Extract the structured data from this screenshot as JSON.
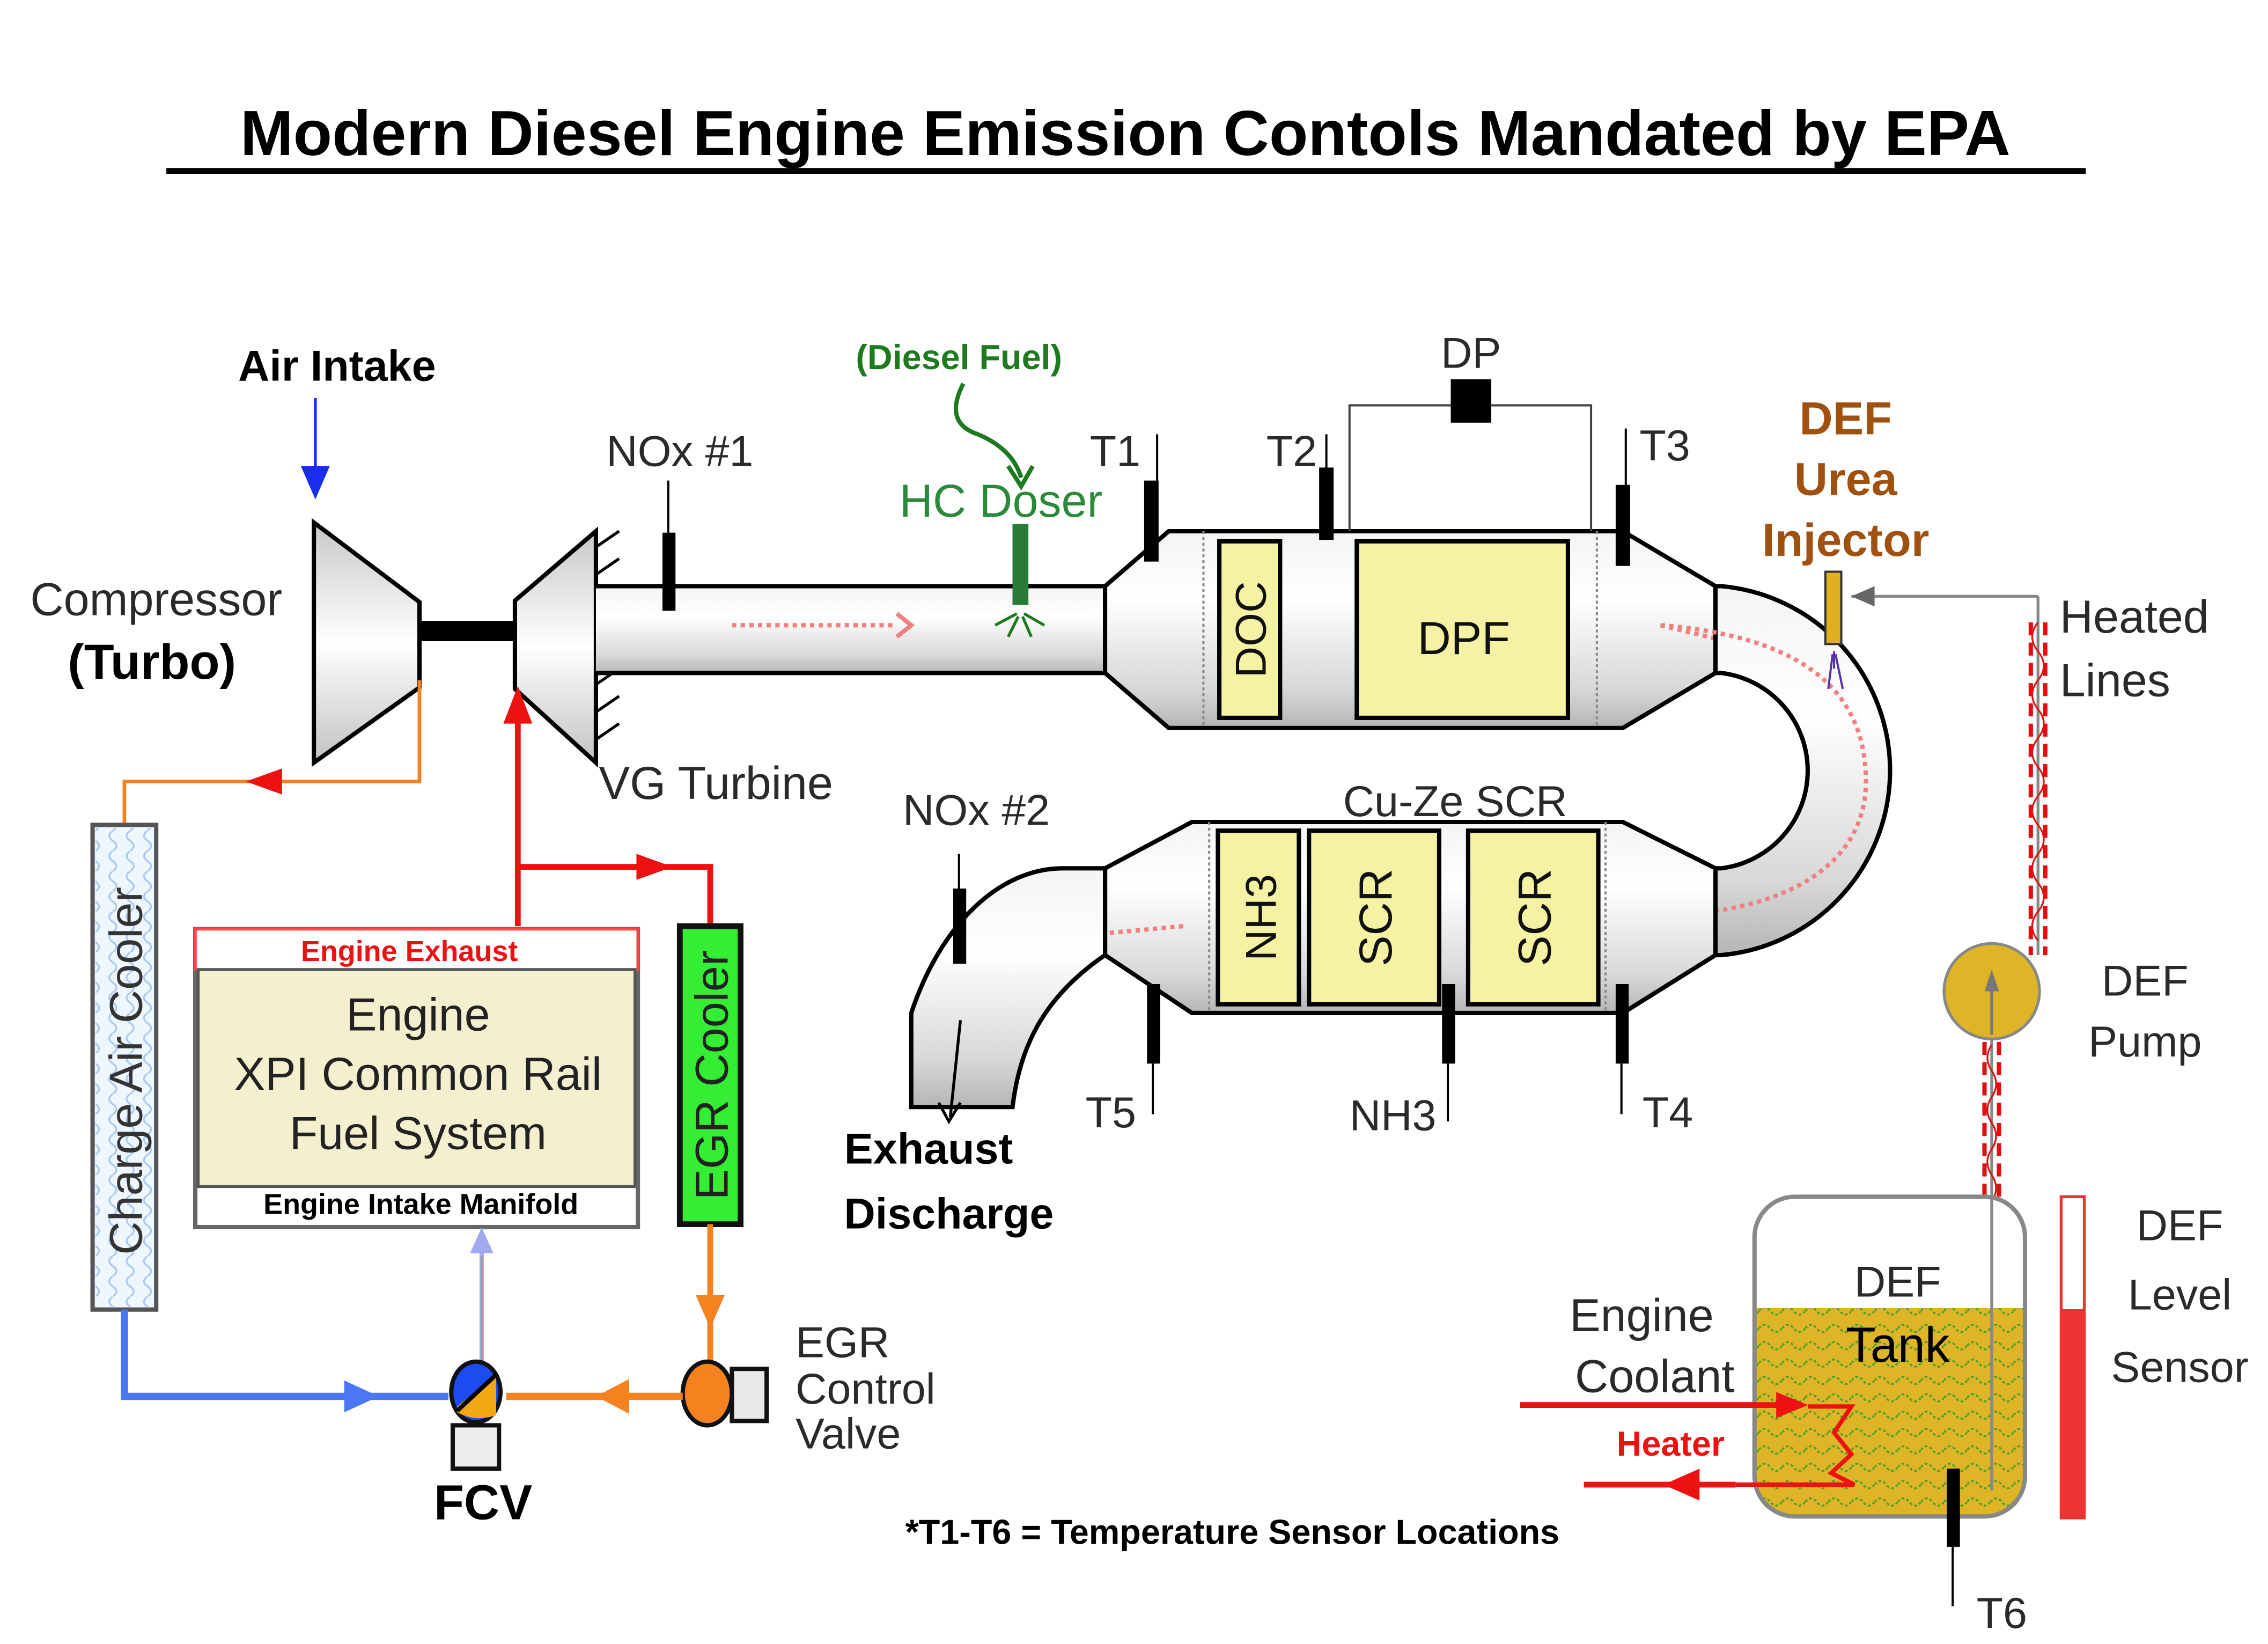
{
  "title": "Modern Diesel Engine Emission Contols Mandated by EPA",
  "colors": {
    "air_intake": "#1a2cf0",
    "exhaust": "#ee1111",
    "egr": "#f5821f",
    "charge_air": "#4a78f5",
    "fuel": "#1e7a1e",
    "def_brown": "#a0500f",
    "catalyst_fill": "#f6f2a4",
    "def_fluid": "#ddb526",
    "egr_cooler": "#33ee33",
    "engine_fill": "#f4efcf",
    "flow_arrow": "#f08080"
  },
  "labels": {
    "air_intake": "Air Intake",
    "compressor": "Compressor",
    "turbo": "(Turbo)",
    "vg_turbine": "VG Turbine",
    "nox1": "NOx #1",
    "nox2": "NOx #2",
    "diesel_fuel": "(Diesel Fuel)",
    "hc_doser": "HC Doser",
    "dp": "DP",
    "t1": "T1",
    "t2": "T2",
    "t3": "T3",
    "t4": "T4",
    "t5": "T5",
    "t6": "T6",
    "nh3_sensor": "NH3",
    "doc": "DOC",
    "dpf": "DPF",
    "cu_ze_scr": "Cu-Ze SCR",
    "nh3_cat": "NH3",
    "scr1": "SCR",
    "scr2": "SCR",
    "def": "DEF",
    "urea": "Urea",
    "injector": "Injector",
    "heated": "Heated",
    "lines": "Lines",
    "def_pump_1": "DEF",
    "def_pump_2": "Pump",
    "def_tank_1": "DEF",
    "def_tank_2": "Tank",
    "def_level_1": "DEF",
    "def_level_2": "Level",
    "def_level_3": "Sensor",
    "engine_coolant_1": "Engine",
    "engine_coolant_2": "Coolant",
    "heater": "Heater",
    "exhaust_discharge_1": "Exhaust",
    "exhaust_discharge_2": "Discharge",
    "charge_air_cooler": "Charge Air Cooler",
    "egr_cooler": "EGR Cooler",
    "engine_exhaust": "Engine Exhaust",
    "engine_line1": "Engine",
    "engine_line2": "XPI Common Rail",
    "engine_line3": "Fuel System",
    "engine_intake_manifold": "Engine Intake Manifold",
    "egr_valve_1": "EGR",
    "egr_valve_2": "Control",
    "egr_valve_3": "Valve",
    "fcv": "FCV",
    "footnote": "*T1-T6 = Temperature Sensor Locations"
  },
  "def_level_fraction": 0.65
}
